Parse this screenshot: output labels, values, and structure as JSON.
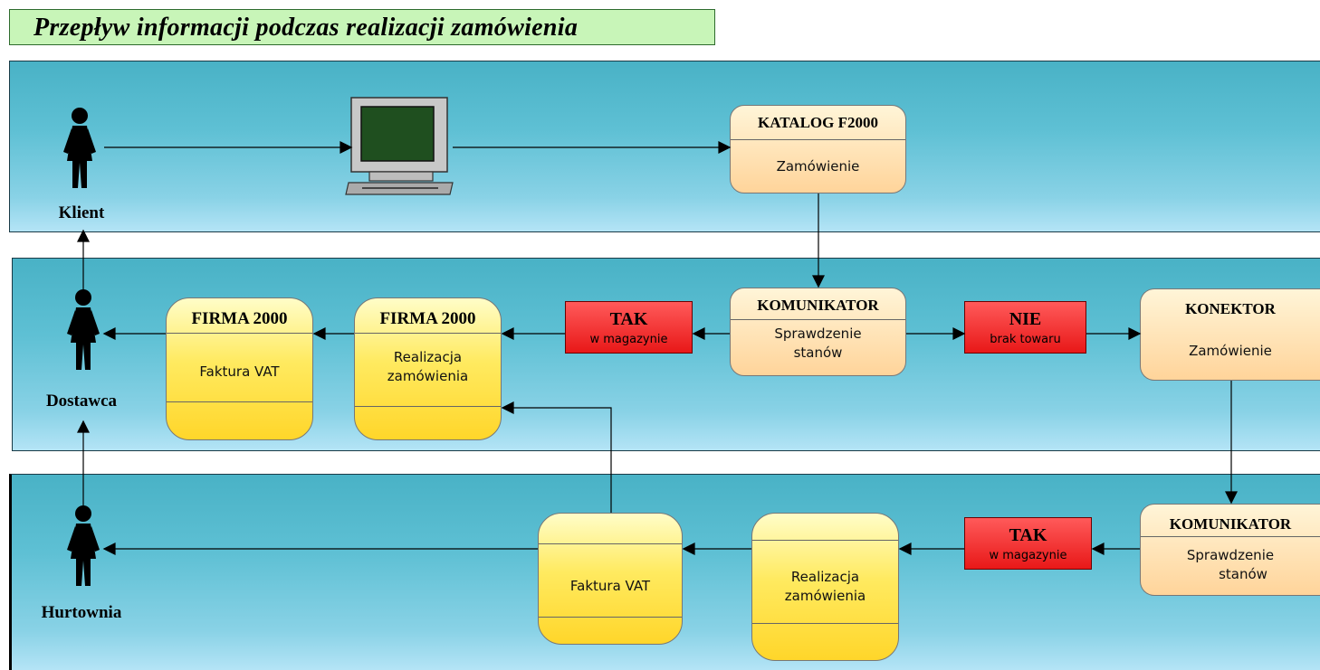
{
  "title": "Przepływ informacji podczas realizacji zamówienia",
  "actors": {
    "klient": "Klient",
    "dostawca": "Dostawca",
    "hurtownia": "Hurtownia"
  },
  "lane1": {
    "katalog": {
      "header": "KATALOG F2000",
      "body": "Zamówienie"
    }
  },
  "lane2": {
    "komunikator": {
      "header": "KOMUNIKATOR",
      "line1": "Sprawdzenie",
      "line2": "stanów"
    },
    "tak": {
      "title": "TAK",
      "sub": "w magazynie"
    },
    "nie": {
      "title": "NIE",
      "sub": "brak towaru"
    },
    "konektor": {
      "header": "KONEKTOR",
      "body": "Zamówienie"
    },
    "firma_realizacja": {
      "header": "FIRMA 2000",
      "line1": "Realizacja",
      "line2": "zamówienia"
    },
    "firma_faktura": {
      "header": "FIRMA 2000",
      "body": "Faktura VAT"
    }
  },
  "lane3": {
    "komunikator": {
      "header": "KOMUNIKATOR",
      "line1": "Sprawdzenie",
      "line2": "stanów"
    },
    "tak": {
      "title": "TAK",
      "sub": "w magazynie"
    },
    "realizacja": {
      "line1": "Realizacja",
      "line2": "zamówienia"
    },
    "faktura": {
      "body": "Faktura VAT"
    }
  },
  "colors": {
    "lane_top": "#49b2c6",
    "lane_bottom": "#b4e4f6",
    "title_bg": "#c8f5b8",
    "orange_box": "#ffd49a",
    "yellow_box": "#ffea60",
    "red_box": "#e81818"
  }
}
